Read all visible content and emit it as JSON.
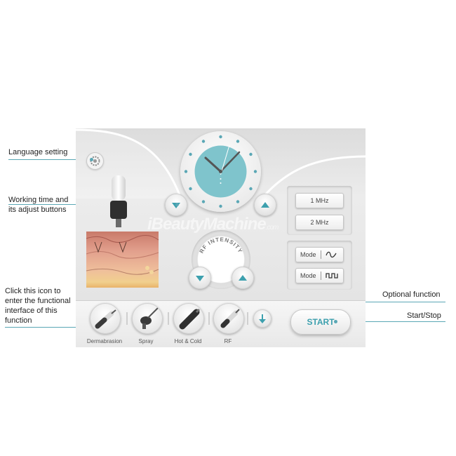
{
  "annotations": {
    "language": "Language setting",
    "working_time_1": "Working time and",
    "working_time_2": "its adjust buttons",
    "click_icon_1": "Click this icon to",
    "click_icon_2": "enter the functional",
    "click_icon_3": "interface of this",
    "click_icon_4": "function",
    "optional": "Optional function",
    "start_stop": "Start/Stop"
  },
  "panel": {
    "rf_intensity": "RF INTENSITY",
    "freq_1": "1 MHz",
    "freq_2": "2 MHz",
    "mode_1": "Mode",
    "mode_2": "Mode",
    "start": "START"
  },
  "handles": [
    {
      "label": "Dermabrasion"
    },
    {
      "label": "Spray"
    },
    {
      "label": "Hot & Cold"
    },
    {
      "label": "RF"
    }
  ],
  "watermark": {
    "main": "iBeautyMachine",
    "suffix": ".com"
  },
  "icons": [
    "gear-icon",
    "clock-icon",
    "down-arrow-icon",
    "up-arrow-icon",
    "sine-wave-icon",
    "square-wave-icon"
  ],
  "colors": {
    "accent": "#5aa7b5",
    "clock_face": "#7fc4cc"
  }
}
